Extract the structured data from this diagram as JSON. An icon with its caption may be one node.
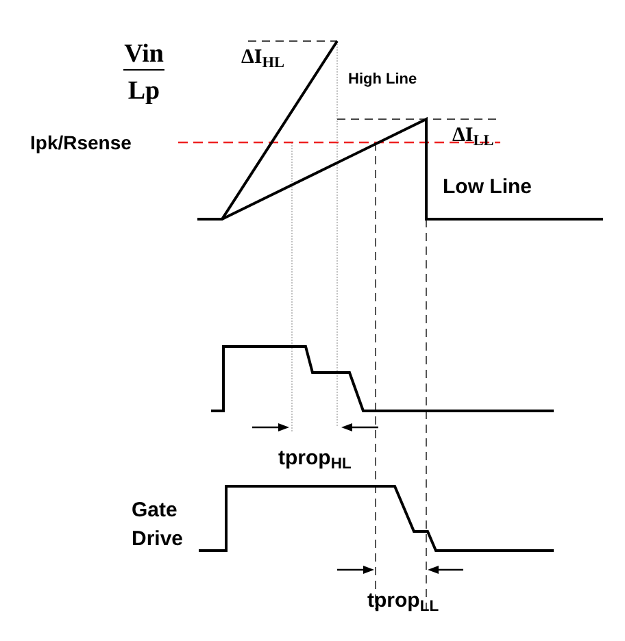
{
  "diagram": {
    "labels": [
      "Vin",
      "Lp",
      "ΔI$_{HL}$",
      "High Line",
      "ΔI$_{LL}$",
      "Ipk/Rsense",
      "Low Line",
      "tprop$_{HL}$",
      "Gate Drive",
      "tprop$_{LL}$"
    ]
  }
}
